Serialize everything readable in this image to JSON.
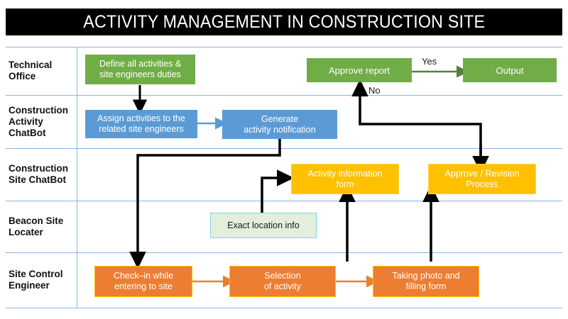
{
  "title": "ACTIVITY MANAGEMENT IN CONSTRUCTION SITE",
  "colors": {
    "title_bar_bg": "#000000",
    "title_text": "#ffffff",
    "lane_line": "#8cb4de",
    "green": "#70ad47",
    "blue": "#5b9bd5",
    "amber": "#ffc000",
    "orange": "#ed7d31",
    "mint": "#e2efda",
    "mint_border": "#7fd4e8",
    "arrow_black": "#000000",
    "arrow_blue": "#5b9bd5",
    "arrow_green": "#548235",
    "arrow_orange": "#ed7d31"
  },
  "lanes": [
    {
      "id": "technical-office",
      "label": "Technical\nOffice"
    },
    {
      "id": "construction-activity-chatbot",
      "label": "Construction\nActivity\nChatBot"
    },
    {
      "id": "construction-site-chatbot",
      "label": "Construction\nSite ChatBot"
    },
    {
      "id": "beacon-site-locater",
      "label": "Beacon Site\nLocater"
    },
    {
      "id": "site-control-engineer",
      "label": "Site Control\nEngineer"
    }
  ],
  "lane_labels": {
    "l1a": "Technical",
    "l1b": "Office",
    "l2a": "Construction",
    "l2b": "Activity",
    "l2c": "ChatBot",
    "l3a": "Construction",
    "l3b": "Site ChatBot",
    "l4a": "Beacon Site",
    "l4b": "Locater",
    "l5a": "Site Control",
    "l5b": "Engineer"
  },
  "nodes": {
    "define_activities": {
      "line1": "Define all activities &",
      "line2": "site engineers duties",
      "style": "green"
    },
    "approve_report": {
      "line1": "Approve report",
      "line2": "",
      "style": "green"
    },
    "output": {
      "line1": "Output",
      "line2": "",
      "style": "green"
    },
    "assign_activities": {
      "line1": "Assign activities to the",
      "line2": "related site engineers",
      "style": "blue"
    },
    "generate_notification": {
      "line1": "Generate",
      "line2": "activity notification",
      "style": "blue"
    },
    "activity_info_form": {
      "line1": "Activity information",
      "line2": "form",
      "style": "amber"
    },
    "approve_revision": {
      "line1": "Approve / Revision",
      "line2": "Process",
      "style": "amber"
    },
    "exact_location": {
      "line1": "Exact location info",
      "line2": "",
      "style": "mint"
    },
    "check_in": {
      "line1": "Check–in while",
      "line2": "entering to site",
      "style": "orange"
    },
    "selection_activity": {
      "line1": "Selection",
      "line2": "of activity",
      "style": "orange"
    },
    "taking_photo": {
      "line1": "Taking photo and",
      "line2": "filling form",
      "style": "orange"
    }
  },
  "edge_labels": {
    "yes": "Yes",
    "no": "No"
  }
}
